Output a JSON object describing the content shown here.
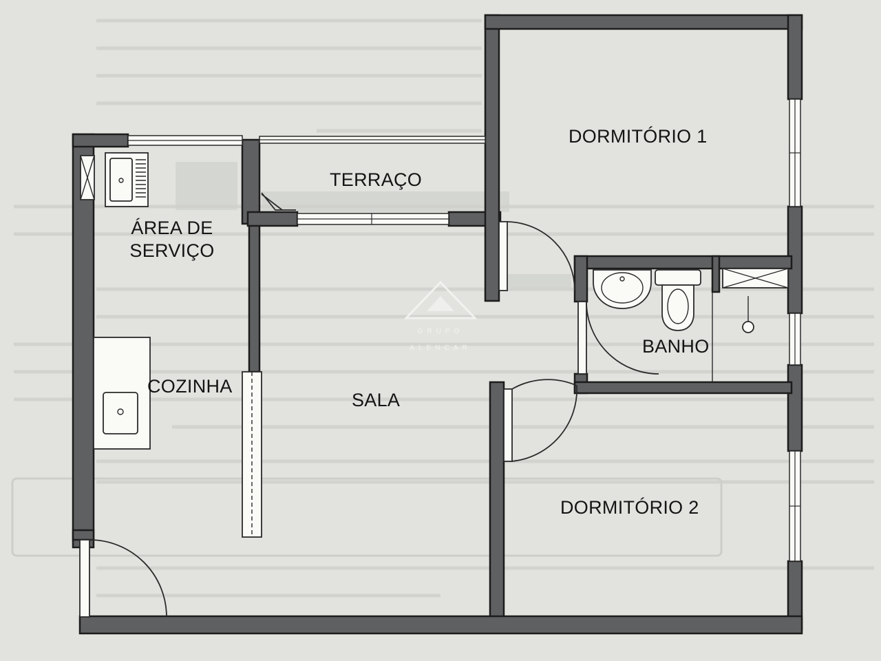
{
  "rooms": {
    "dormitorio1": "DORMITÓRIO 1",
    "terraco": "TERRAÇO",
    "area_servico_line1": "ÁREA DE",
    "area_servico_line2": "SERVIÇO",
    "banho": "BANHO",
    "cozinha": "COZINHA",
    "sala": "SALA",
    "dormitorio2": "DORMITÓRIO 2"
  },
  "watermark": {
    "line1": "GRUPO",
    "line2": "ALENCAR"
  },
  "colors": {
    "paper": "#e2e3df",
    "wall_fill": "#5f6061",
    "fixture_fill": "#fafaf7",
    "label": "#141414"
  }
}
